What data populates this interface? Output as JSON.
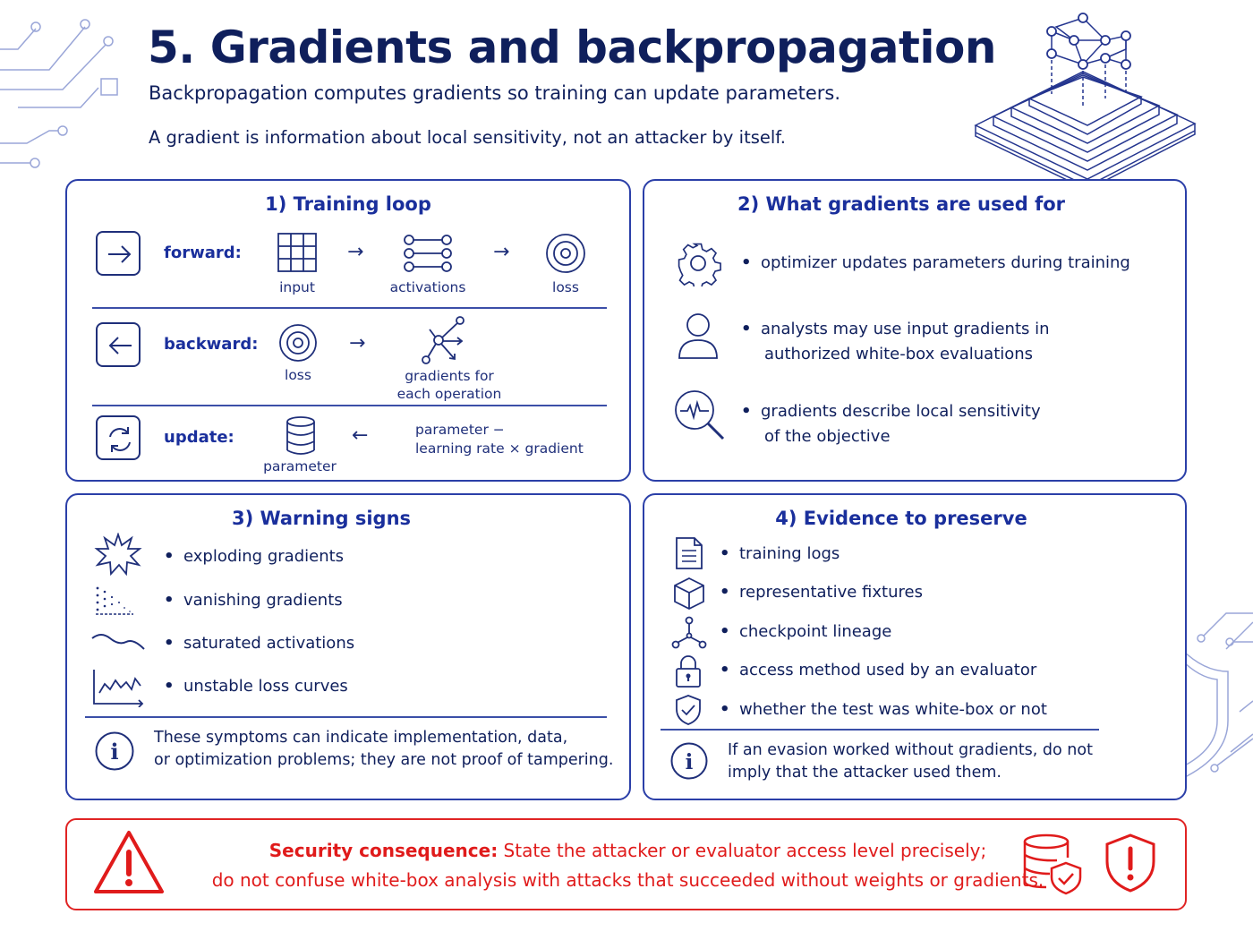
{
  "header": {
    "title": "5. Gradients and backpropagation",
    "subtitle": "Backpropagation computes gradients so training can update parameters.",
    "note": "A gradient is information about local sensitivity, not an attacker by itself."
  },
  "training_loop": {
    "title": "1) Training loop",
    "forward": {
      "label": "forward:",
      "input": "input",
      "activations": "activations",
      "loss": "loss"
    },
    "backward": {
      "label": "backward:",
      "loss": "loss",
      "gradients_line1": "gradients for",
      "gradients_line2": "each operation"
    },
    "update": {
      "label": "update:",
      "parameter": "parameter",
      "formula_line1": "parameter −",
      "formula_line2": "learning rate × gradient"
    }
  },
  "uses": {
    "title": "2) What gradients are used for",
    "items": [
      {
        "icon": "gear-icon",
        "line1": "optimizer updates parameters during training",
        "line2": ""
      },
      {
        "icon": "user-icon",
        "line1": "analysts may use input gradients in",
        "line2": "authorized white-box evaluations"
      },
      {
        "icon": "magnifier-pulse-icon",
        "line1": "gradients describe local sensitivity",
        "line2": "of the objective"
      }
    ]
  },
  "warnings": {
    "title": "3) Warning signs",
    "items": [
      {
        "icon": "starburst-icon",
        "text": "exploding gradients"
      },
      {
        "icon": "fading-dots-icon",
        "text": "vanishing gradients"
      },
      {
        "icon": "wave-icon",
        "text": "saturated activations"
      },
      {
        "icon": "jagged-chart-icon",
        "text": "unstable loss curves"
      }
    ],
    "info_line1": "These symptoms can indicate implementation, data,",
    "info_line2": "or optimization problems; they are not proof of tampering."
  },
  "evidence": {
    "title": "4) Evidence to preserve",
    "items": [
      {
        "icon": "document-icon",
        "text": "training logs"
      },
      {
        "icon": "cube-icon",
        "text": "representative fixtures"
      },
      {
        "icon": "lineage-icon",
        "text": "checkpoint lineage"
      },
      {
        "icon": "lock-icon",
        "text": "access method used by an evaluator"
      },
      {
        "icon": "shield-check-icon",
        "text": "whether the test was white-box or not"
      }
    ],
    "info_line1": "If an evasion worked without gradients, do not",
    "info_line2": "imply that the attacker used them."
  },
  "security": {
    "lead": "Security consequence:",
    "line1": " State the attacker or evaluator access level precisely;",
    "line2": "do not confuse white-box analysis with attacks that succeeded without weights or gradients."
  },
  "colors": {
    "navy": "#0f1f5c",
    "accent_blue": "#1a2f9c",
    "border_blue": "#2b3fa8",
    "alert_red": "#e01b1b"
  }
}
